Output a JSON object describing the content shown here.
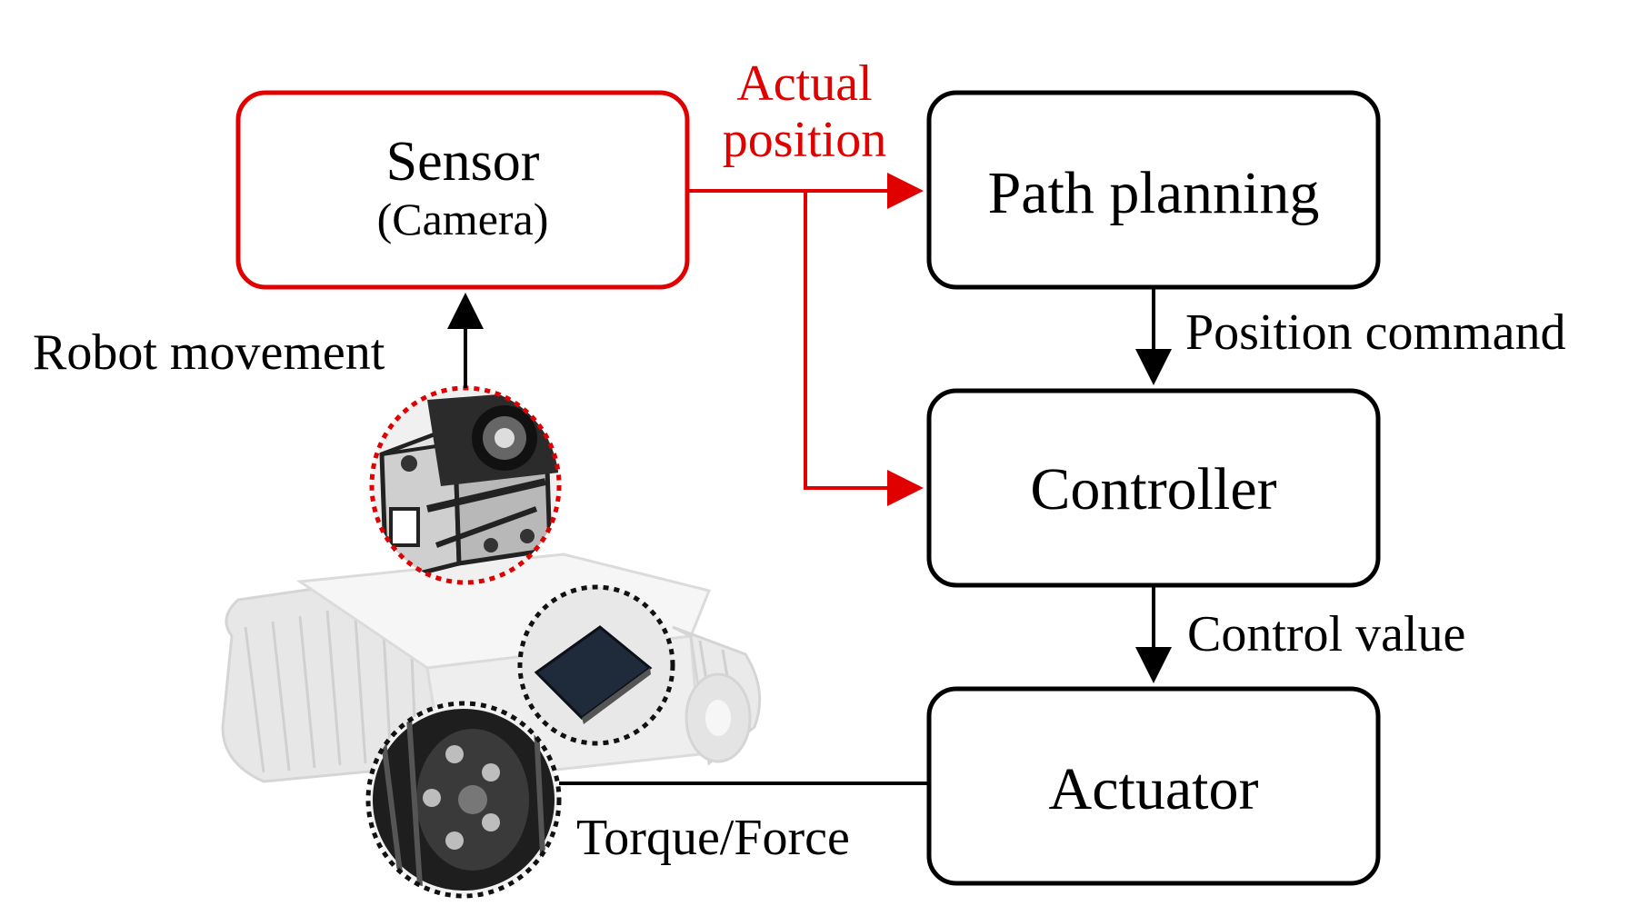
{
  "blocks": {
    "sensor": {
      "title": "Sensor",
      "subtitle": "(Camera)"
    },
    "path_planning": {
      "title": "Path planning"
    },
    "controller": {
      "title": "Controller"
    },
    "actuator": {
      "title": "Actuator"
    }
  },
  "signals": {
    "actual_position_line1": "Actual",
    "actual_position_line2": "position",
    "position_command": "Position command",
    "control_value": "Control value",
    "torque_force": "Torque/Force",
    "robot_movement": "Robot movement"
  },
  "colors": {
    "feedback": "#e00000",
    "default": "#000000",
    "robot_body": "#d9d9d9"
  },
  "icons": {
    "robot": "tracked-robot-photo",
    "camera": "camera-module-detail",
    "board": "sensor-board-detail",
    "wheel": "track-wheel-detail"
  }
}
